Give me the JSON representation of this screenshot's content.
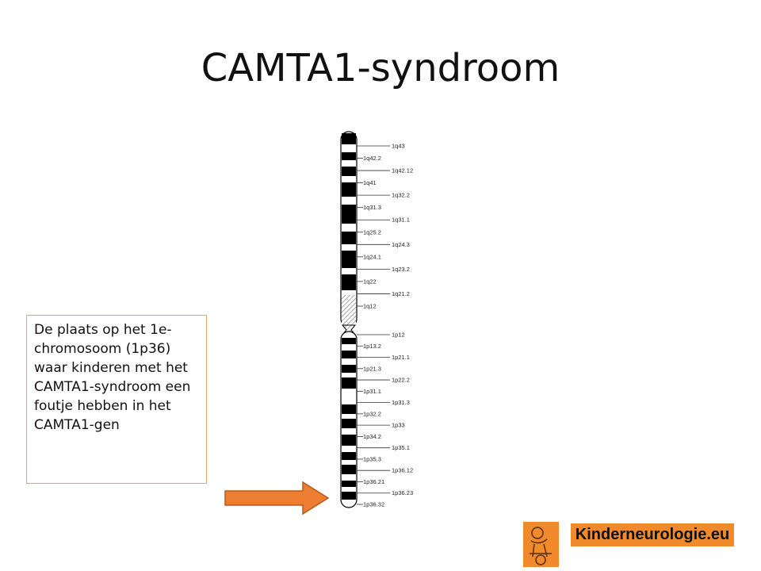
{
  "slide": {
    "title": "CAMTA1-syndroom",
    "callout_text": "De plaats op het 1e-chromosoom  (1p36) waar kinderen met het CAMTA1-syndroom een foutje hebben in het CAMTA1-gen"
  },
  "chromosome": {
    "q_bands": [
      {
        "label": "1q43",
        "side": "right"
      },
      {
        "label": "1q42.2",
        "side": "left"
      },
      {
        "label": "1q42.12",
        "side": "right"
      },
      {
        "label": "1q41",
        "side": "left"
      },
      {
        "label": "1q32.2",
        "side": "right"
      },
      {
        "label": "1q31.3",
        "side": "left"
      },
      {
        "label": "1q31.1",
        "side": "right"
      },
      {
        "label": "1q25.2",
        "side": "left"
      },
      {
        "label": "1q24.3",
        "side": "right"
      },
      {
        "label": "1q24.1",
        "side": "left"
      },
      {
        "label": "1q23.2",
        "side": "right"
      },
      {
        "label": "1q22",
        "side": "left"
      },
      {
        "label": "1q21.2",
        "side": "right"
      },
      {
        "label": "1q12",
        "side": "left"
      }
    ],
    "p_bands": [
      {
        "label": "1p12",
        "side": "right"
      },
      {
        "label": "1p13.2",
        "side": "left"
      },
      {
        "label": "1p21.1",
        "side": "right"
      },
      {
        "label": "1p21.3",
        "side": "left"
      },
      {
        "label": "1p22.2",
        "side": "right"
      },
      {
        "label": "1p31.1",
        "side": "left"
      },
      {
        "label": "1p31.3",
        "side": "right"
      },
      {
        "label": "1p32.2",
        "side": "left"
      },
      {
        "label": "1p33",
        "side": "right"
      },
      {
        "label": "1p34.2",
        "side": "left"
      },
      {
        "label": "1p35.1",
        "side": "right"
      },
      {
        "label": "1p35.3",
        "side": "left"
      },
      {
        "label": "1p36.12",
        "side": "right"
      },
      {
        "label": "1p36.21",
        "side": "left"
      },
      {
        "label": "1p36.23",
        "side": "right"
      },
      {
        "label": "1p36.32",
        "side": "left"
      }
    ]
  },
  "arrow": {
    "color": "#ed7d31",
    "stroke": "#b85a1a"
  },
  "logo": {
    "text": "Kinderneurologie.eu",
    "color": "#f08a2c"
  }
}
